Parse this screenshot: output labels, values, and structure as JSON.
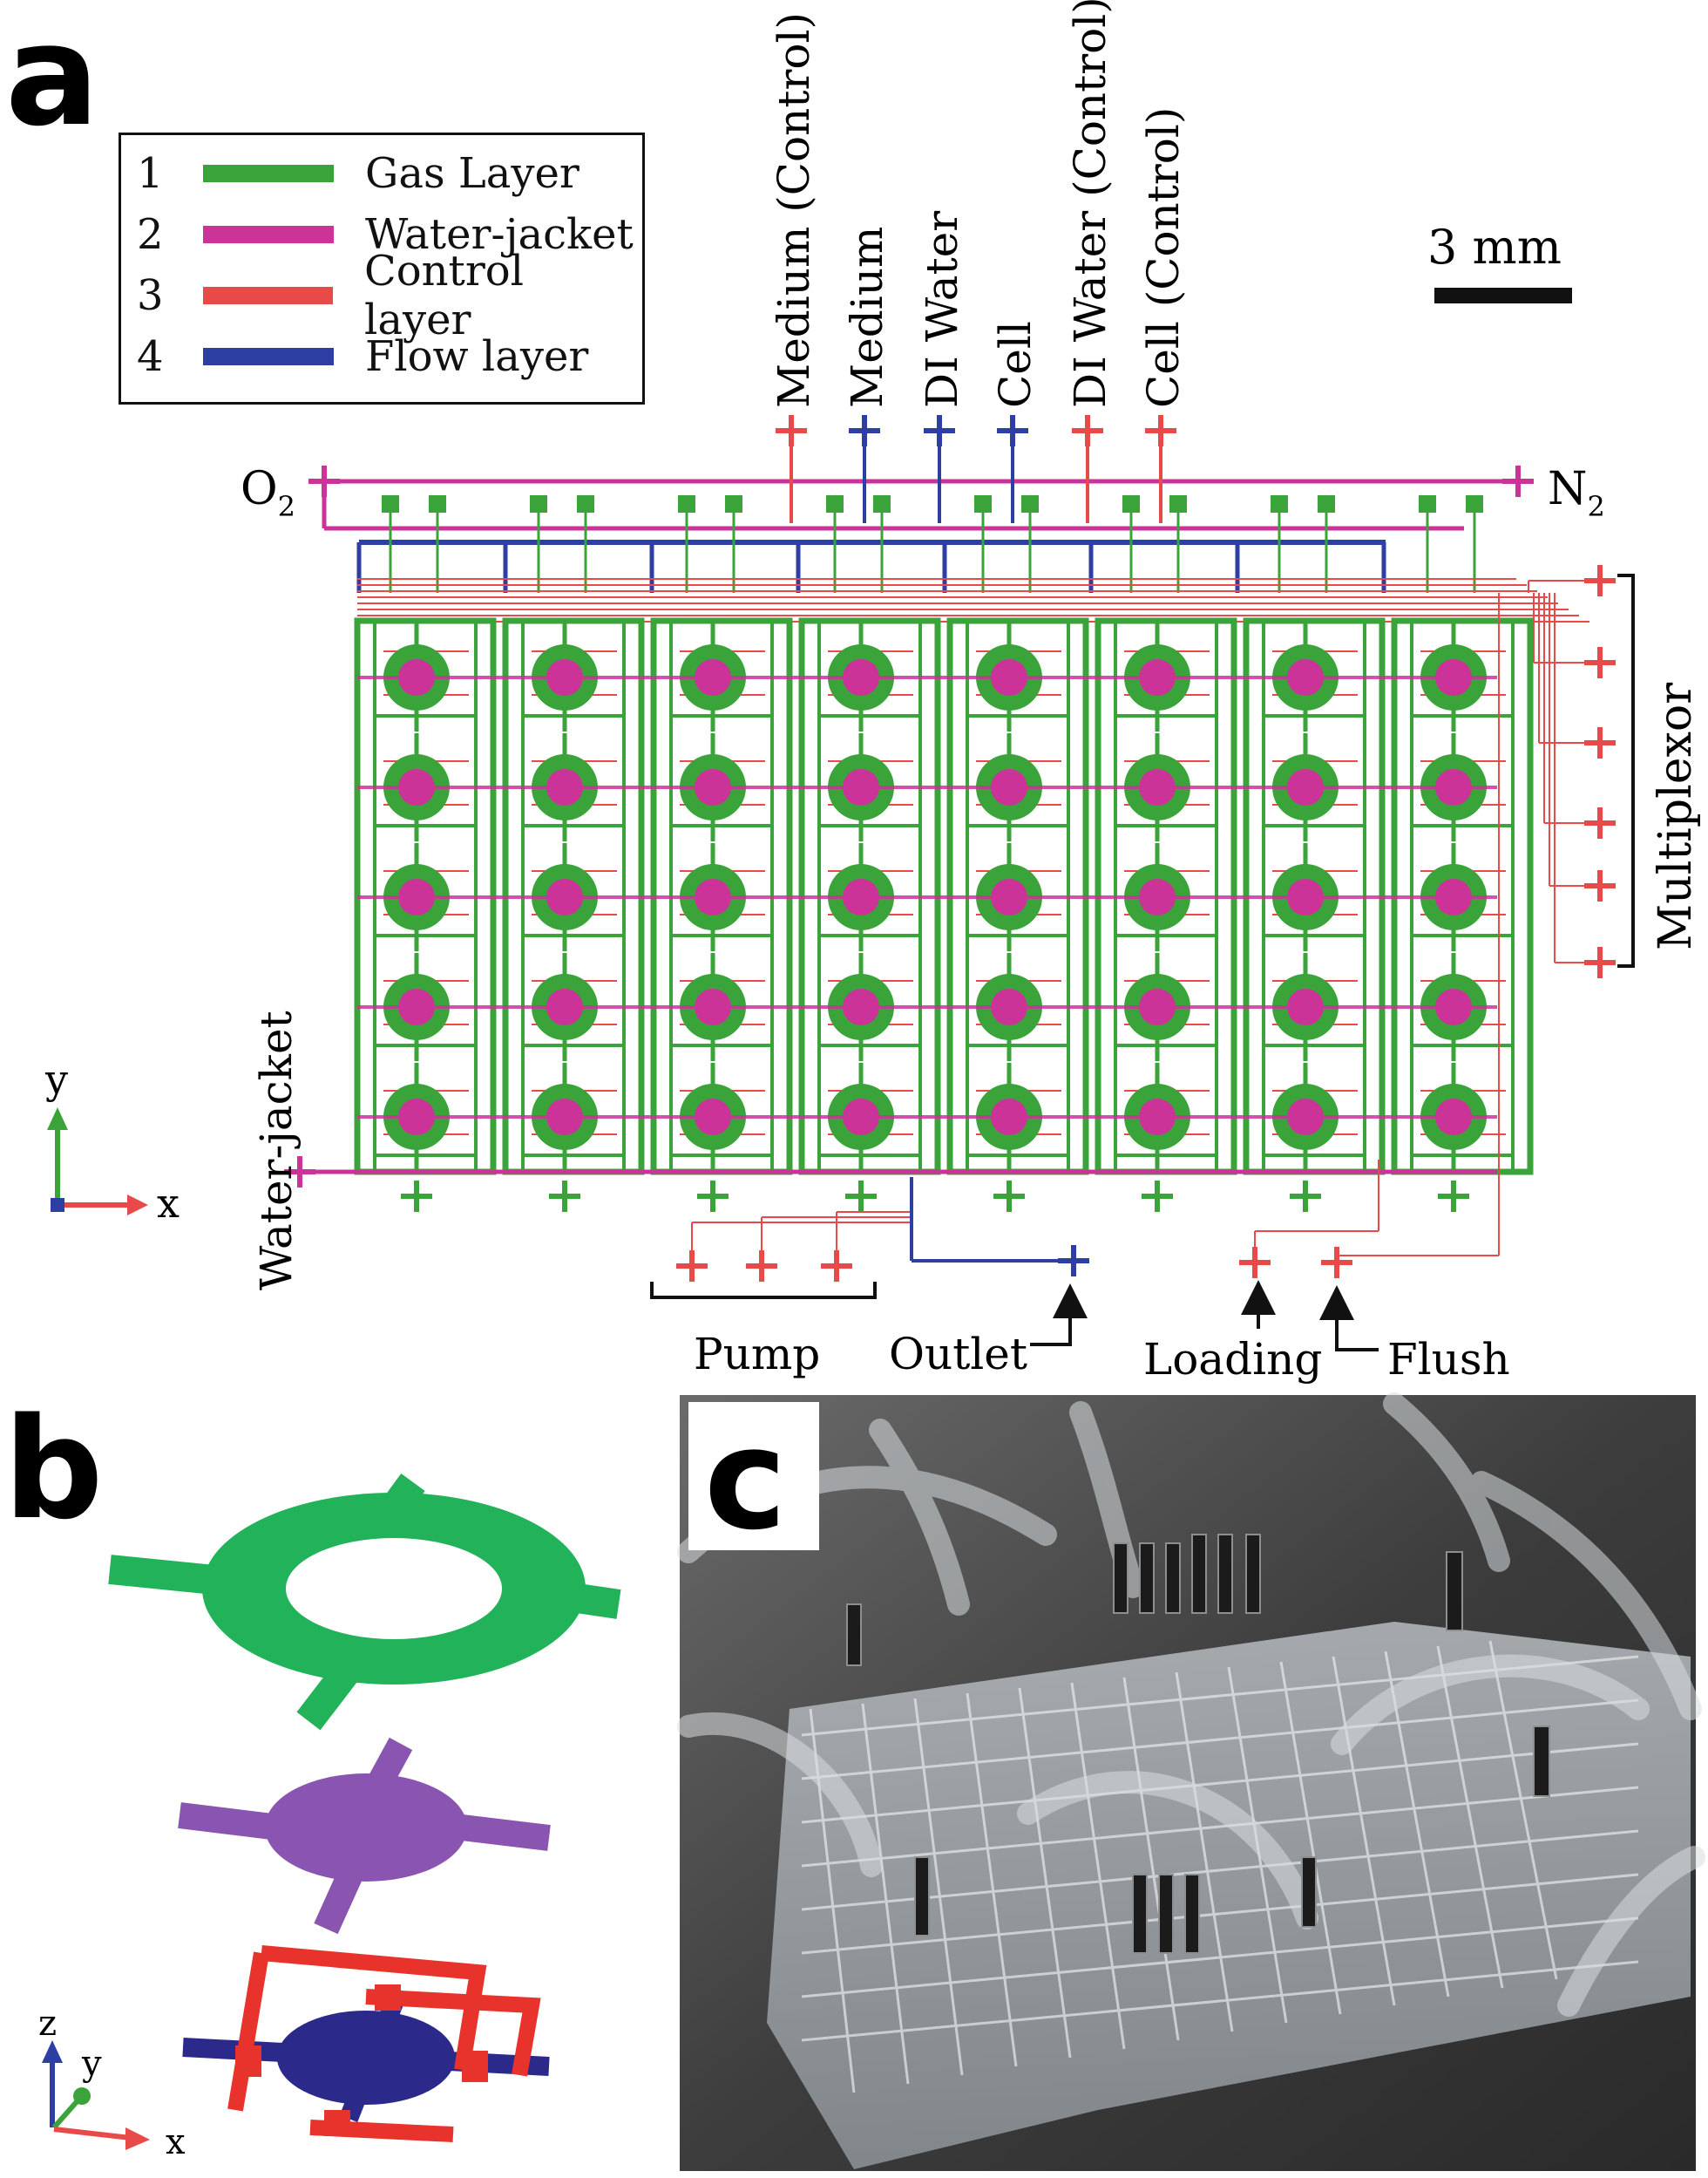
{
  "panels": {
    "a": "a",
    "b": "b",
    "c": "c"
  },
  "legend": {
    "items": [
      {
        "num": "1",
        "label": "Gas Layer",
        "color": "#3aa33a"
      },
      {
        "num": "2",
        "label": "Water-jacket",
        "color": "#cc3399"
      },
      {
        "num": "3",
        "label": "Control layer",
        "color": "#e84a4a"
      },
      {
        "num": "4",
        "label": "Flow layer",
        "color": "#2d3fa3"
      }
    ]
  },
  "scale_bar": "3 mm",
  "top_ports": [
    {
      "label": "Medium (Control)",
      "color": "#e84a4a"
    },
    {
      "label": "Medium",
      "color": "#2d3fa3"
    },
    {
      "label": "DI Water",
      "color": "#2d3fa3"
    },
    {
      "label": "Cell",
      "color": "#2d3fa3"
    },
    {
      "label": "DI Water (Control)",
      "color": "#e84a4a"
    },
    {
      "label": "Cell (Control)",
      "color": "#e84a4a"
    }
  ],
  "gas_in_main": "O",
  "gas_in_sub": "2",
  "gas_out_main": "N",
  "gas_out_sub": "2",
  "multiplexor": "Multiplexor",
  "water_jacket": "Water-jacket",
  "bottom_labels": {
    "pump": "Pump",
    "outlet": "Outlet",
    "loading": "Loading",
    "flush": "Flush"
  },
  "axes_a": {
    "y": "y",
    "x": "x"
  },
  "axes_b": {
    "z": "z",
    "y": "y",
    "x": "x"
  },
  "colors": {
    "gas": "#3aa33a",
    "gas_b": "#22b35a",
    "water": "#cc3399",
    "water_b": "#8a55b0",
    "control": "#e84a4a",
    "flow": "#2d3fa3",
    "flow_b": "#2b2a8a"
  }
}
